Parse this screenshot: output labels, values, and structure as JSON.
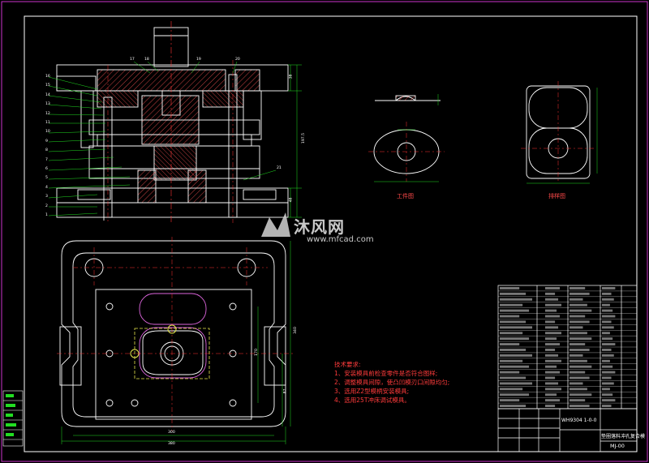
{
  "captions": {
    "workpiece": "工件图",
    "layout": "排样图"
  },
  "technical_requirements": {
    "heading": "技术要求:",
    "items": [
      "1、安装模具前检查零件是否符合图样;",
      "2、调整模具间隙，使凸凹模刃口间隙均匀;",
      "3、选用Z2型模柄安装模具;",
      "4、选用25T冲床调试模具。"
    ]
  },
  "title_block": {
    "title": "垫圈落料冲孔复合模",
    "drawing_code": "MJ-00",
    "marker": "WH9304 1-0-0"
  },
  "watermark": {
    "brand": "沐风网",
    "url": "www.mfcad.com"
  },
  "dimensions": {
    "base_width_outer": "380",
    "base_width_inner": "300",
    "side_height": "340",
    "hole_span": "170",
    "offset_height": "87",
    "total_height": "197.5",
    "upper_height": "38",
    "lower_height": "48"
  },
  "part_numbers": [
    "1",
    "2",
    "3",
    "4",
    "5",
    "6",
    "7",
    "8",
    "9",
    "10",
    "11",
    "12",
    "13",
    "14",
    "15",
    "16",
    "17",
    "18",
    "19",
    "20",
    "21"
  ],
  "colors": {
    "background": "#000000",
    "outline": "#ffffff",
    "frame": "#cc33cc",
    "dimension": "#22dd22",
    "centerline": "#ff3333",
    "hatch": "#ff5555",
    "note_text": "#ff3b3b",
    "highlight": "#e6e64c"
  }
}
